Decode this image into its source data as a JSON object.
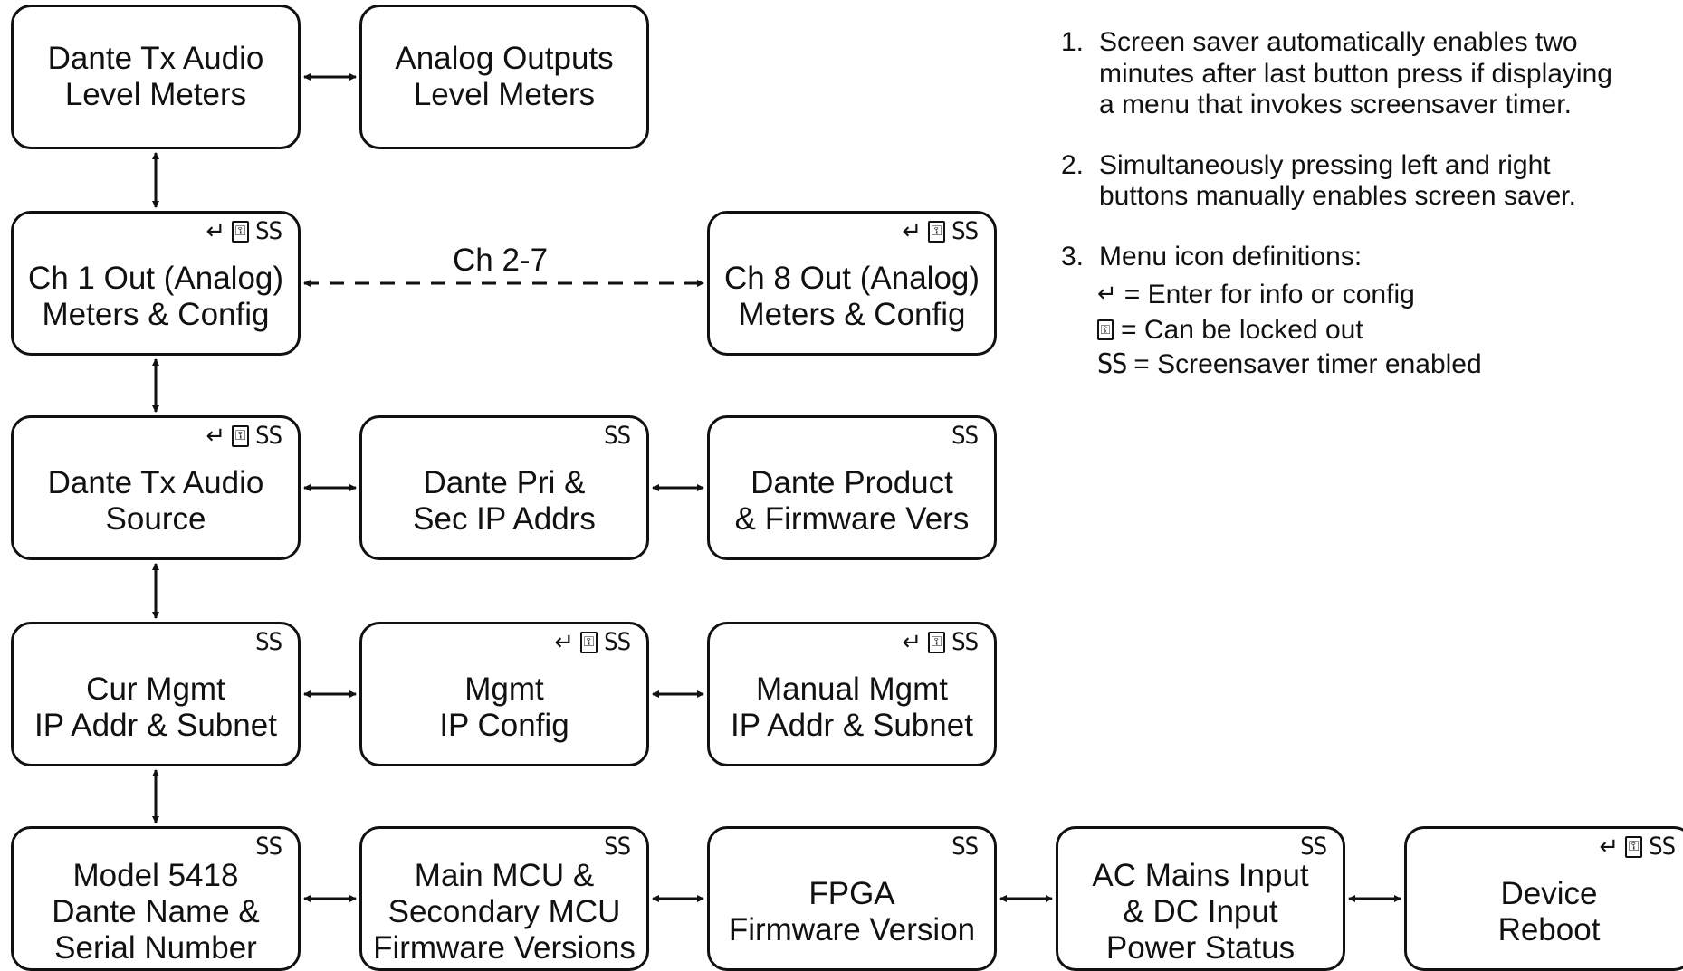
{
  "boxes": {
    "dante_tx_meters": {
      "lines": [
        "Dante Tx Audio",
        "Level Meters"
      ],
      "icons": []
    },
    "analog_out_meters": {
      "lines": [
        "Analog Outputs",
        "Level Meters"
      ],
      "icons": []
    },
    "ch1_out": {
      "lines": [
        "Ch 1 Out (Analog)",
        "Meters & Config"
      ],
      "icons": [
        "enter",
        "lock",
        "ss"
      ]
    },
    "ch8_out": {
      "lines": [
        "Ch 8 Out (Analog)",
        "Meters & Config"
      ],
      "icons": [
        "enter",
        "lock",
        "ss"
      ]
    },
    "dante_tx_source": {
      "lines": [
        "Dante Tx Audio",
        "Source"
      ],
      "icons": [
        "enter",
        "lock",
        "ss"
      ]
    },
    "dante_ip": {
      "lines": [
        "Dante Pri &",
        "Sec IP Addrs"
      ],
      "icons": [
        "ss"
      ]
    },
    "dante_product": {
      "lines": [
        "Dante Product",
        "& Firmware Vers"
      ],
      "icons": [
        "ss"
      ]
    },
    "cur_mgmt": {
      "lines": [
        "Cur Mgmt",
        "IP Addr & Subnet"
      ],
      "icons": [
        "ss"
      ]
    },
    "mgmt_ip_config": {
      "lines": [
        "Mgmt",
        "IP Config"
      ],
      "icons": [
        "enter",
        "lock",
        "ss"
      ]
    },
    "manual_mgmt": {
      "lines": [
        "Manual Mgmt",
        "IP Addr & Subnet"
      ],
      "icons": [
        "enter",
        "lock",
        "ss"
      ]
    },
    "model_5418": {
      "lines": [
        "Model 5418",
        "Dante Name &",
        "Serial Number"
      ],
      "icons": [
        "ss"
      ]
    },
    "mcu_versions": {
      "lines": [
        "Main MCU &",
        "Secondary MCU",
        "Firmware Versions"
      ],
      "icons": [
        "ss"
      ]
    },
    "fpga": {
      "lines": [
        "FPGA",
        "Firmware Version"
      ],
      "icons": [
        "ss"
      ]
    },
    "ac_mains": {
      "lines": [
        "AC Mains Input",
        "& DC Input",
        "Power Status"
      ],
      "icons": [
        "ss"
      ]
    },
    "device_reboot": {
      "lines": [
        "Device",
        "Reboot"
      ],
      "icons": [
        "enter",
        "lock",
        "ss"
      ]
    }
  },
  "edge_label": "Ch 2-7",
  "icon_glyphs": {
    "enter": "↵",
    "lock": "⚿",
    "ss": "SS"
  },
  "notes": [
    {
      "num": "1.",
      "lines": [
        "Screen saver automatically enables two",
        "minutes after last button press if displaying",
        "a menu that invokes screensaver timer."
      ]
    },
    {
      "num": "2.",
      "lines": [
        "Simultaneously pressing left and right",
        "buttons manually enables screen saver."
      ]
    },
    {
      "num": "3.",
      "lines": [
        "Menu icon definitions:"
      ]
    }
  ],
  "definitions": [
    {
      "icon": "enter",
      "text": "= Enter for info or config"
    },
    {
      "icon": "lock",
      "text": "= Can be locked out"
    },
    {
      "icon": "ss",
      "text": "= Screensaver timer enabled"
    }
  ]
}
